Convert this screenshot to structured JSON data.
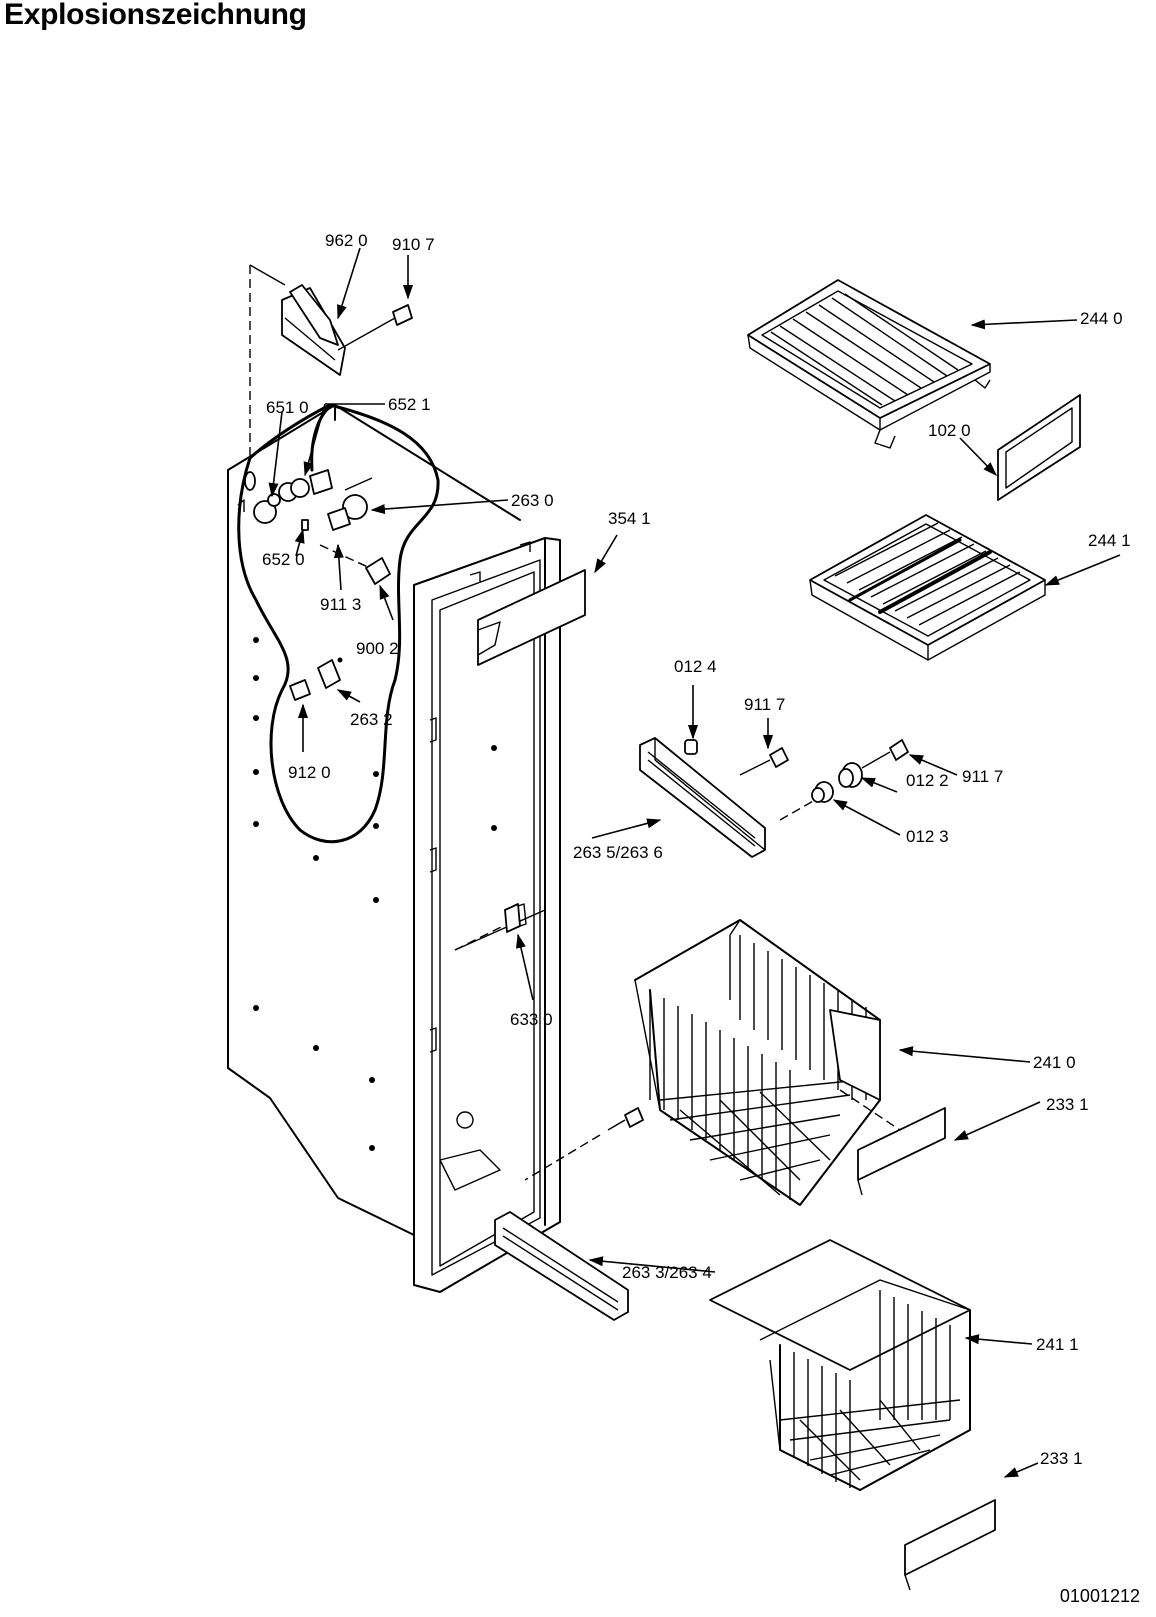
{
  "title": "Explosionszeichnung",
  "document_id": "01001212",
  "callouts": [
    {
      "id": "9620",
      "text": "962 0"
    },
    {
      "id": "9107",
      "text": "910 7"
    },
    {
      "id": "6510",
      "text": "651 0"
    },
    {
      "id": "6521",
      "text": "652 1"
    },
    {
      "id": "2630",
      "text": "263 0"
    },
    {
      "id": "3541",
      "text": "354 1"
    },
    {
      "id": "6520",
      "text": "652 0"
    },
    {
      "id": "9113",
      "text": "911 3"
    },
    {
      "id": "9002",
      "text": "900 2"
    },
    {
      "id": "2632",
      "text": "263 2"
    },
    {
      "id": "9120",
      "text": "912 0"
    },
    {
      "id": "6330",
      "text": "633 0"
    },
    {
      "id": "2633",
      "text": "263 3/263 4"
    },
    {
      "id": "2440",
      "text": "244 0"
    },
    {
      "id": "1020",
      "text": "102 0"
    },
    {
      "id": "2441",
      "text": "244 1"
    },
    {
      "id": "0124",
      "text": "012 4"
    },
    {
      "id": "9117a",
      "text": "911 7"
    },
    {
      "id": "9117b",
      "text": "911 7"
    },
    {
      "id": "0122",
      "text": "012 2"
    },
    {
      "id": "0123",
      "text": "012 3"
    },
    {
      "id": "2635",
      "text": "263 5/263 6"
    },
    {
      "id": "2410",
      "text": "241 0"
    },
    {
      "id": "2331a",
      "text": "233 1"
    },
    {
      "id": "2411",
      "text": "241 1"
    },
    {
      "id": "2331b",
      "text": "233 1"
    }
  ]
}
